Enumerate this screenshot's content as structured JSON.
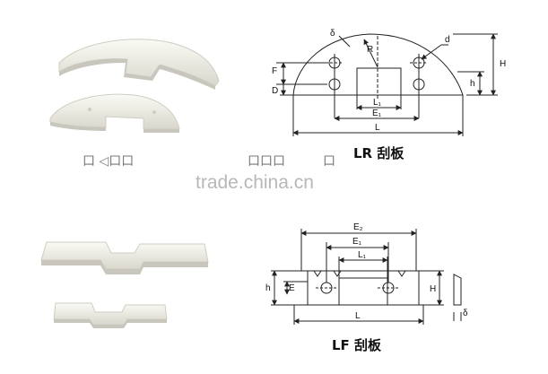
{
  "top_diagram": {
    "caption": "LR 刮板",
    "labels": {
      "delta": "δ",
      "R": "R",
      "d": "d",
      "F": "F",
      "D": "D",
      "H": "H",
      "h": "h",
      "L1": "L₁",
      "E1": "E₁",
      "L": "L"
    }
  },
  "bottom_diagram": {
    "caption": "LF 刮板",
    "labels": {
      "E2": "E₂",
      "E1": "E₁",
      "L1": "L₁",
      "h": "h",
      "H": "H",
      "L": "L",
      "delta": "δ",
      "E": "E"
    }
  },
  "watermark": "trade.china.cn",
  "garbled_text": {
    "left": "口 ◁口口",
    "middle": "口口口",
    "right": "口"
  },
  "colors": {
    "part_fill": "#f2f1ea",
    "part_shadow": "#c9c7bd",
    "line": "#222222",
    "watermark": "#b8b8b8"
  }
}
